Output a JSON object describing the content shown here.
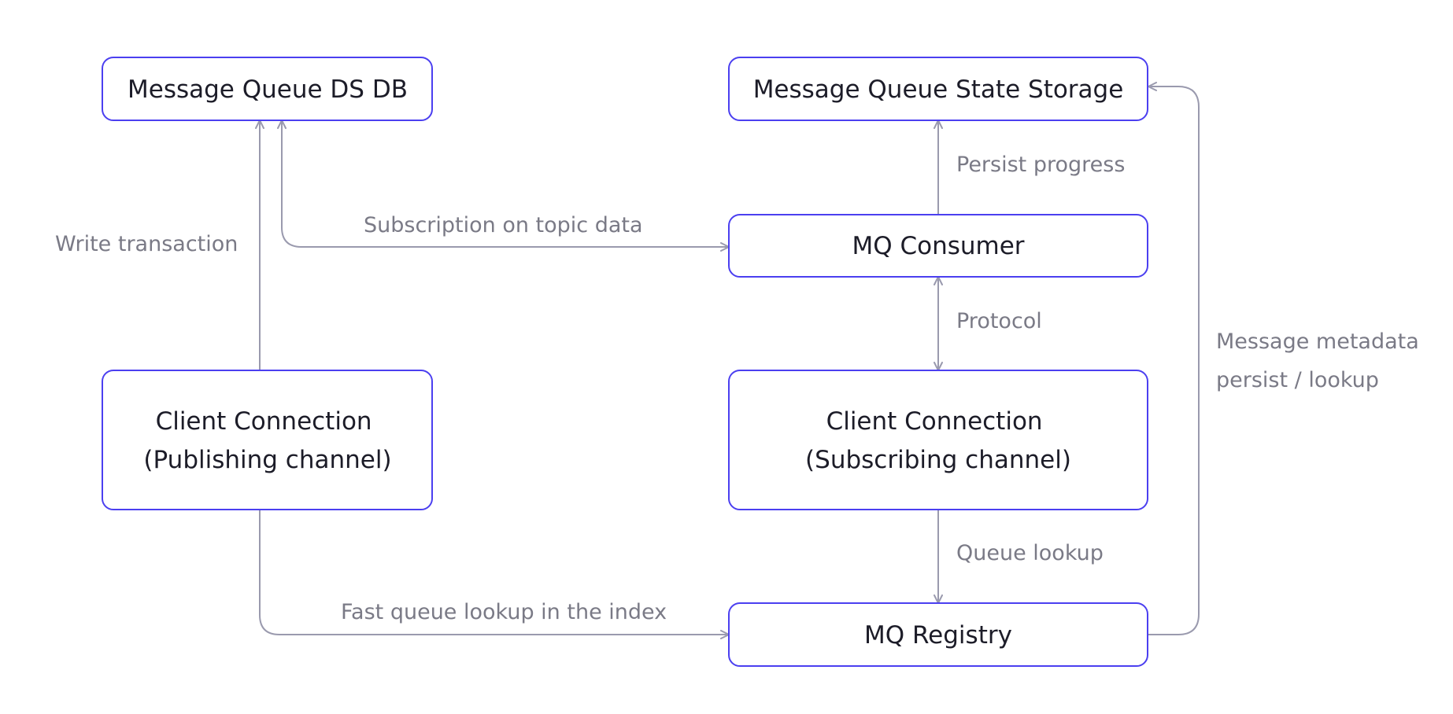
{
  "colors": {
    "node_border": "#4b3ff0",
    "edge": "#9a9aae",
    "edge_label": "#7a7a86",
    "node_text": "#1c1c28"
  },
  "nodes": {
    "ds_db": {
      "lines": [
        "Message Queue DS DB"
      ]
    },
    "state_storage": {
      "lines": [
        "Message Queue State Storage"
      ]
    },
    "consumer": {
      "lines": [
        "MQ Consumer"
      ]
    },
    "client_pub": {
      "lines": [
        "Client Connection",
        "(Publishing channel)"
      ]
    },
    "client_sub": {
      "lines": [
        "Client Connection",
        "(Subscribing channel)"
      ]
    },
    "registry": {
      "lines": [
        "MQ Registry"
      ]
    }
  },
  "edges": {
    "write_transaction": {
      "label": "Write transaction"
    },
    "subscription": {
      "label": "Subscription on topic data"
    },
    "persist_progress": {
      "label": "Persist progress"
    },
    "protocol": {
      "label": "Protocol"
    },
    "queue_lookup": {
      "label": "Queue lookup"
    },
    "fast_lookup": {
      "label": "Fast queue lookup in the index"
    },
    "metadata": {
      "label_lines": [
        "Message metadata",
        "persist / lookup"
      ]
    }
  }
}
